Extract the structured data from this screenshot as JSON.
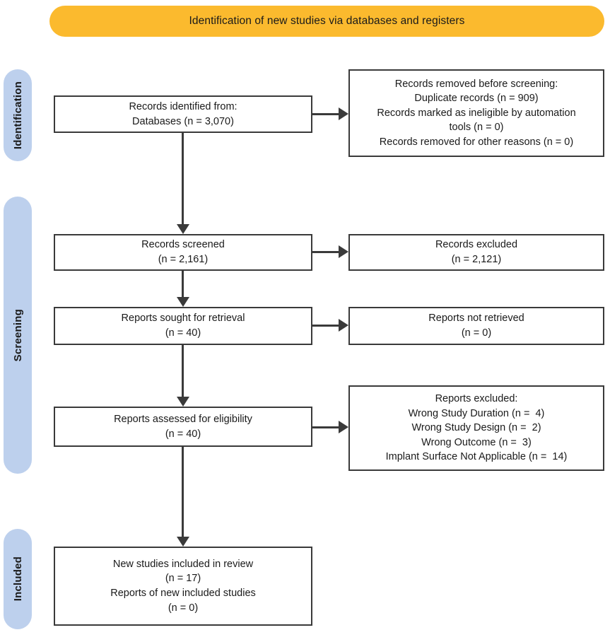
{
  "header": {
    "title": "Identification of new studies via databases and registers",
    "color": "#FBBA2E"
  },
  "stages": {
    "identification": "Identification",
    "screening": "Screening",
    "included": "Included",
    "color": "#BDD0ED"
  },
  "boxes": {
    "identified": {
      "lines": [
        "Records identified from:",
        "Databases (n = 3,070)"
      ]
    },
    "removed": {
      "lines": [
        "Records removed before screening:",
        "Duplicate records (n = 909)",
        "Records marked as ineligible by automation",
        "tools (n = 0)",
        "Records removed for other reasons (n = 0)"
      ]
    },
    "screened": {
      "lines": [
        "Records screened",
        "(n = 2,161)"
      ]
    },
    "excluded_records": {
      "lines": [
        "Records excluded",
        "(n = 2,121)"
      ]
    },
    "sought": {
      "lines": [
        "Reports sought for retrieval",
        "(n = 40)"
      ]
    },
    "not_retrieved": {
      "lines": [
        "Reports not retrieved",
        "(n = 0)"
      ]
    },
    "assessed": {
      "lines": [
        "Reports assessed for eligibility",
        "(n = 40)"
      ]
    },
    "excluded_reports": {
      "lines": [
        "Reports excluded:",
        "Wrong Study Duration (n =  4)",
        "Wrong Study Design (n =  2)",
        "Wrong Outcome (n =  3)",
        "Implant Surface Not Applicable (n =  14)"
      ]
    },
    "included": {
      "lines": [
        "New studies included in review",
        "(n = 17)",
        "Reports of new included studies",
        "(n = 0)"
      ]
    }
  }
}
